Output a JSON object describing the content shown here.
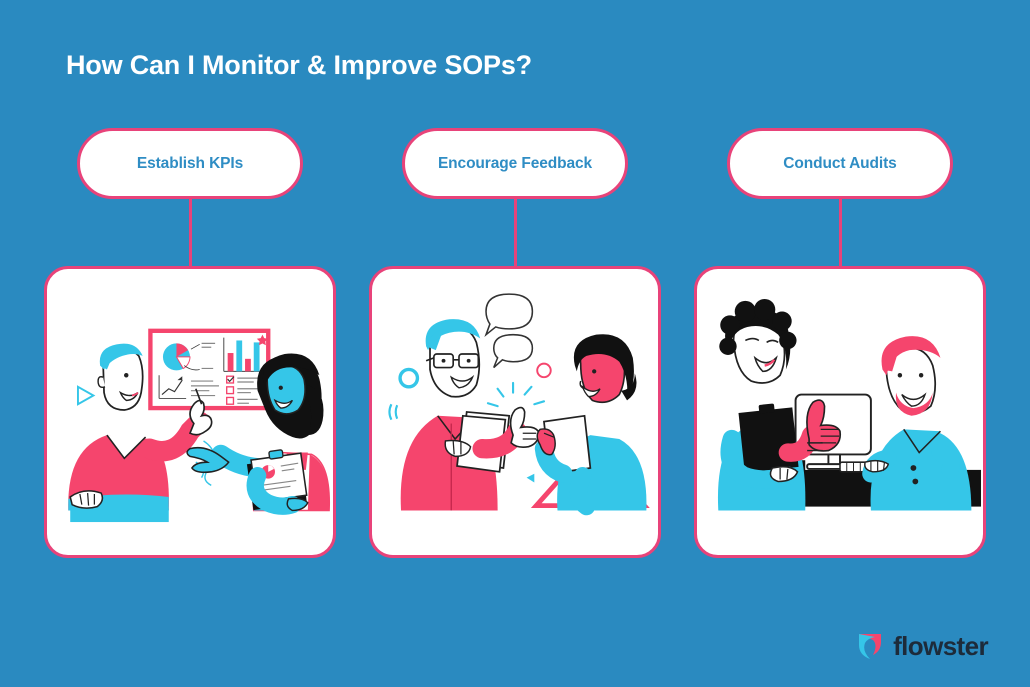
{
  "header": {
    "title": "How Can I Monitor & Improve  SOPs?"
  },
  "colors": {
    "background_blue": "#2a8ac0",
    "accent_pink": "#e8437a",
    "illustration_pink": "#f5456d",
    "illustration_cyan": "#35c6e8",
    "text_blue": "#2f8dc4",
    "card_white": "#ffffff",
    "logo_dark": "#1d2b3a"
  },
  "steps": [
    {
      "id": "establish-kpis",
      "label": "Establish KPIs",
      "illustration": "two-colleagues-presenting-charts-on-whiteboard"
    },
    {
      "id": "encourage-feedback",
      "label": "Encourage Feedback",
      "illustration": "two-people-talking-with-speech-bubbles-and-thumbs-up"
    },
    {
      "id": "conduct-audits",
      "label": "Conduct Audits",
      "illustration": "auditor-with-clipboard-reviewing-work-at-computer-desk"
    }
  ],
  "logo": {
    "mark": "flowster-swoosh-icon",
    "word": "flowster"
  }
}
